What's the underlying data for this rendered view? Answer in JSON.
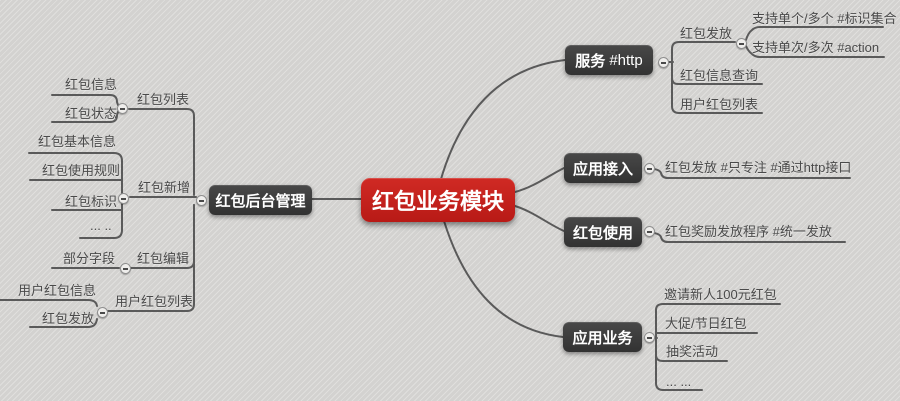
{
  "colors": {
    "bg": "#d7d6d4",
    "root": "#c7201e",
    "branch_node": "#3c3c3c",
    "line": "#5a5a5a",
    "label": "#4a4a4a",
    "nodetext": "#ffffff",
    "toggle": "#efeeec"
  },
  "root": {
    "label": "红包业务模块"
  },
  "backend": {
    "label": "红包后台管理",
    "list": {
      "label": "红包列表",
      "info": "红包信息",
      "status": "红包状态"
    },
    "create": {
      "label": "红包新增",
      "basic": "红包基本信息",
      "rules": "红包使用规则",
      "mark": "红包标识",
      "more": "... .."
    },
    "edit": {
      "label": "红包编辑",
      "fields": "部分字段"
    },
    "userlist": {
      "label": "用户红包列表",
      "userinfo": "用户红包信息",
      "grant": "红包发放"
    }
  },
  "service": {
    "label": "服务",
    "tag": "#http",
    "grant": {
      "label": "红包发放",
      "single_multi": "支持单个/多个 #标识集合",
      "once_many": "支持单次/多次 #action"
    },
    "query": "红包信息查询",
    "userlist": "用户红包列表"
  },
  "access": {
    "label": "应用接入",
    "grant": "红包发放 #只专注 #通过http接口"
  },
  "usage": {
    "label": "红包使用",
    "program": "红包奖励发放程序 #统一发放"
  },
  "business": {
    "label": "应用业务",
    "invite": "邀请新人100元红包",
    "festival": "大促/节日红包",
    "lottery": "抽奖活动",
    "more": "... ..."
  }
}
